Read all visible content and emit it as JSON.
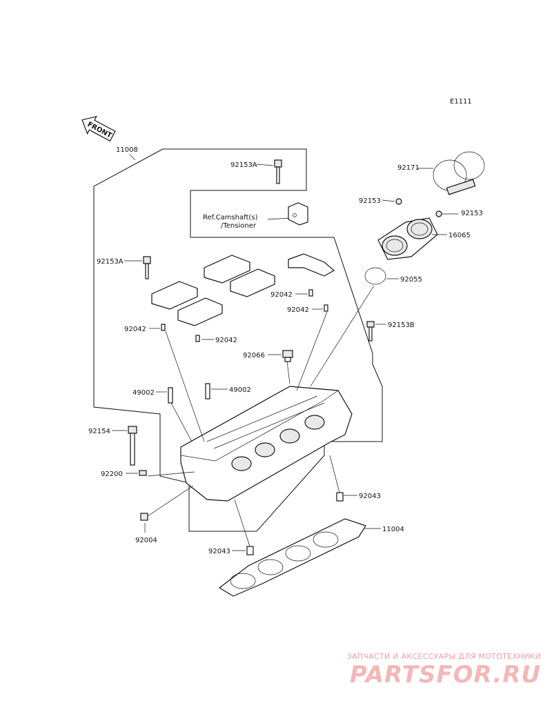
{
  "diagram": {
    "code": "E1111",
    "front_label": "FRONT",
    "ref_text_line1": "Ref.Camshaft(s)",
    "ref_text_line2": "/Tensioner",
    "labels": {
      "p11008": "11008",
      "p92153A_top": "92153A",
      "p92171": "92171",
      "p92153_left": "92153",
      "p92153_right": "92153",
      "p16065": "16065",
      "p92055": "92055",
      "p92153A_left": "92153A",
      "p92042_a": "92042",
      "p92042_b": "92042",
      "p92042_c": "92042",
      "p92042_d": "92042",
      "p92153B": "92153B",
      "p92066": "92066",
      "p49002_a": "49002",
      "p49002_b": "49002",
      "p92154": "92154",
      "p92200": "92200",
      "p92043_right": "92043",
      "p11004": "11004",
      "p92004": "92004",
      "p92043_bottom": "92043"
    }
  },
  "watermark": {
    "tagline": "ЗАПЧАСТИ И АКСЕССУАРЫ ДЛЯ МОТОТЕХНИКИ",
    "brand": "PARTSFOR.RU"
  }
}
